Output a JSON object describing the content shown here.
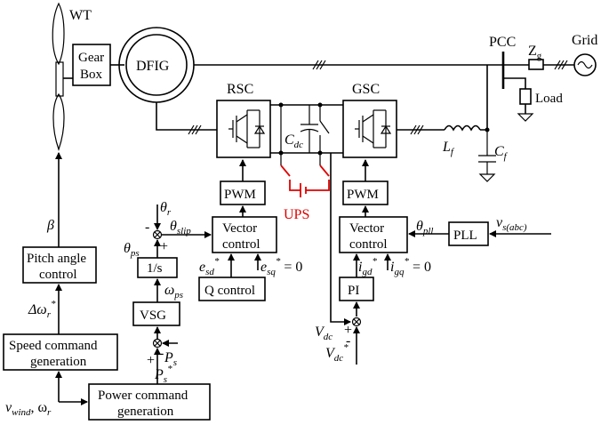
{
  "blocks": {
    "wt": "WT",
    "gearbox_line1": "Gear",
    "gearbox_line2": "Box",
    "dfig": "DFIG",
    "rsc": "RSC",
    "gsc": "GSC",
    "pcc": "PCC",
    "grid": "Grid",
    "load": "Load",
    "ups": "UPS",
    "pwm_left": "PWM",
    "pwm_right": "PWM",
    "vc_left_line1": "Vector",
    "vc_left_line2": "control",
    "vc_right_line1": "Vector",
    "vc_right_line2": "control",
    "pll": "PLL",
    "pi": "PI",
    "q_control": "Q control",
    "integrator": "1/s",
    "vsg": "VSG",
    "pitch_line1": "Pitch angle",
    "pitch_line2": "control",
    "speed_line1": "Speed command",
    "speed_line2": "generation",
    "power_line1": "Power command",
    "power_line2": "generation"
  },
  "symbols": {
    "zg_main": "Z",
    "zg_sub": "g",
    "cdc_main": "C",
    "cdc_sub": "dc",
    "lf_main": "L",
    "lf_sub": "f",
    "cf_main": "C",
    "cf_sub": "f",
    "beta": "β",
    "theta_r_main": "θ",
    "theta_r_sub": "r",
    "theta_slip_main": "θ",
    "theta_slip_sub": "slip",
    "theta_ps_main": "θ",
    "theta_ps_sub": "ps",
    "theta_pll_main": "θ",
    "theta_pll_sub": "pll",
    "vs_main": "v",
    "vs_sub": "s(abc)",
    "esd_main": "e",
    "esd_sub": "sd",
    "esd_sup": "*",
    "esq_main": "e",
    "esq_sub": "sq",
    "esq_sup": "*",
    "esq_val": " = 0",
    "igd_main": "i",
    "igd_sub": "gd",
    "igd_sup": "*",
    "igq_main": "i",
    "igq_sub": "gq",
    "igq_sup": "*",
    "igq_val": " = 0",
    "omega_ps_main": "ω",
    "omega_ps_sub": "ps",
    "delta_omega_main": "Δω",
    "delta_omega_sub": "r",
    "delta_omega_sup": "*",
    "ps_main": "P",
    "ps_sub": "s",
    "ps_star_main": "P",
    "ps_star_sub": "s",
    "ps_star_sup": "*",
    "vdc_main": "V",
    "vdc_sub": "dc",
    "vdc_star_main": "V",
    "vdc_star_sub": "dc",
    "vdc_star_sup": "*",
    "vwind_main": "v",
    "vwind_sub": "wind",
    "vwind_rest": ", ω",
    "vwind_rest_sub": "r",
    "plus": "+",
    "minus": "-"
  }
}
